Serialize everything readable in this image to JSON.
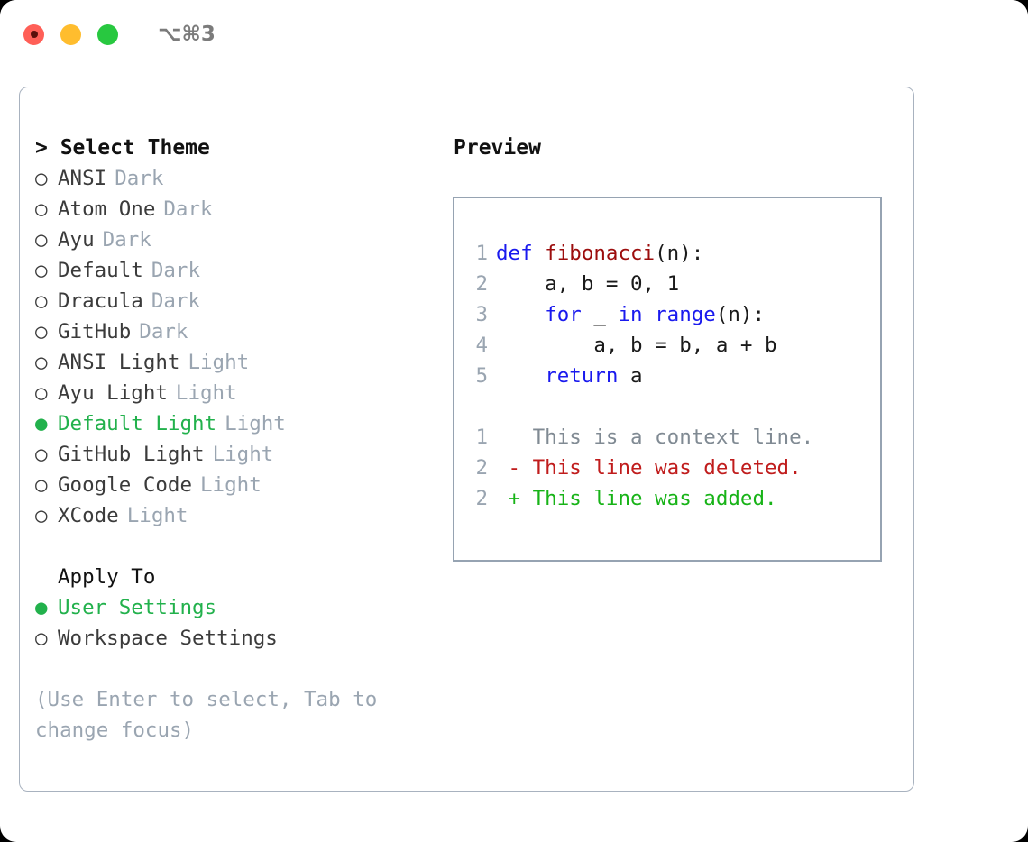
{
  "titlebar": {
    "shortcut": "⌥⌘3",
    "buttons": [
      {
        "name": "close",
        "color": "#ff5f57"
      },
      {
        "name": "minimize",
        "color": "#ffbd2e"
      },
      {
        "name": "maximize",
        "color": "#28c840"
      }
    ]
  },
  "theme_list": {
    "header": "> Select Theme",
    "items": [
      {
        "marker": "○",
        "label": "ANSI",
        "tag": "Dark",
        "selected": false
      },
      {
        "marker": "○",
        "label": "Atom One",
        "tag": "Dark",
        "selected": false
      },
      {
        "marker": "○",
        "label": "Ayu",
        "tag": "Dark",
        "selected": false
      },
      {
        "marker": "○",
        "label": "Default",
        "tag": "Dark",
        "selected": false
      },
      {
        "marker": "○",
        "label": "Dracula",
        "tag": "Dark",
        "selected": false
      },
      {
        "marker": "○",
        "label": "GitHub",
        "tag": "Dark",
        "selected": false
      },
      {
        "marker": "○",
        "label": "ANSI Light",
        "tag": "Light",
        "selected": false
      },
      {
        "marker": "○",
        "label": "Ayu Light",
        "tag": "Light",
        "selected": false
      },
      {
        "marker": "●",
        "label": "Default Light",
        "tag": "Light",
        "selected": true
      },
      {
        "marker": "○",
        "label": "GitHub Light",
        "tag": "Light",
        "selected": false
      },
      {
        "marker": "○",
        "label": "Google Code",
        "tag": "Light",
        "selected": false
      },
      {
        "marker": "○",
        "label": "XCode",
        "tag": "Light",
        "selected": false
      }
    ]
  },
  "apply_to": {
    "heading": "Apply To",
    "options": [
      {
        "marker": "●",
        "label": "User Settings",
        "selected": true
      },
      {
        "marker": "○",
        "label": "Workspace Settings",
        "selected": false
      }
    ]
  },
  "hint": "(Use Enter to select, Tab to change focus)",
  "preview": {
    "title": "Preview",
    "code_lines": [
      {
        "number": "1",
        "tokens": [
          {
            "text": "def ",
            "kind": "kw"
          },
          {
            "text": "fibonacci",
            "kind": "fn"
          },
          {
            "text": "(n):",
            "kind": "plain"
          }
        ]
      },
      {
        "number": "2",
        "tokens": [
          {
            "text": "    a, b = 0, 1",
            "kind": "plain"
          }
        ]
      },
      {
        "number": "3",
        "tokens": [
          {
            "text": "    ",
            "kind": "plain"
          },
          {
            "text": "for",
            "kind": "kw"
          },
          {
            "text": " _ ",
            "kind": "plain"
          },
          {
            "text": "in",
            "kind": "kw"
          },
          {
            "text": " ",
            "kind": "plain"
          },
          {
            "text": "range",
            "kind": "kw"
          },
          {
            "text": "(n):",
            "kind": "plain"
          }
        ]
      },
      {
        "number": "4",
        "tokens": [
          {
            "text": "        a, b = b, a + b",
            "kind": "plain"
          }
        ]
      },
      {
        "number": "5",
        "tokens": [
          {
            "text": "    ",
            "kind": "plain"
          },
          {
            "text": "return",
            "kind": "kw"
          },
          {
            "text": " a",
            "kind": "plain"
          }
        ]
      }
    ],
    "diff_lines": [
      {
        "number": "1",
        "text": "   This is a context line.",
        "kind": "ctx"
      },
      {
        "number": "2",
        "text": " - This line was deleted.",
        "kind": "del"
      },
      {
        "number": "2",
        "text": " + This line was added.",
        "kind": "add"
      }
    ]
  },
  "colors": {
    "accent_green": "#22b14c",
    "muted": "#9aa5b1",
    "keyword_blue": "#1a1aee",
    "function_red": "#9c0d0d",
    "diff_delete": "#c01c1c",
    "diff_add": "#17b317",
    "border": "#a8b2bf"
  }
}
